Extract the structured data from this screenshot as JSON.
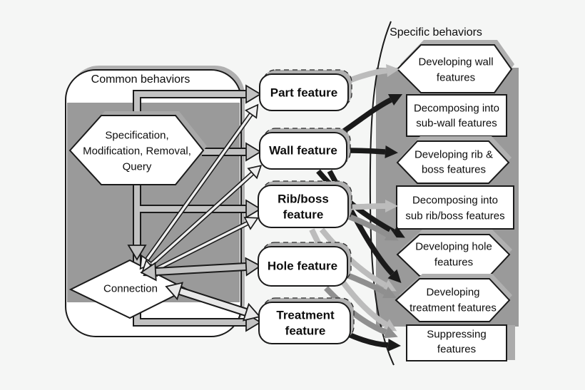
{
  "common": {
    "title": "Common behaviors",
    "hexagon_lines": [
      "Specification,",
      "Modification, Removal,",
      "Query"
    ],
    "diamond": "Connection"
  },
  "specific": {
    "title": "Specific behaviors"
  },
  "features": [
    {
      "lines": [
        "Part feature"
      ]
    },
    {
      "lines": [
        "Wall feature"
      ]
    },
    {
      "lines": [
        "Rib/boss",
        "feature"
      ]
    },
    {
      "lines": [
        "Hole feature"
      ]
    },
    {
      "lines": [
        "Treatment",
        "feature"
      ]
    }
  ],
  "behaviors": [
    {
      "shape": "hexagon",
      "lines": [
        "Developing wall",
        "features"
      ]
    },
    {
      "shape": "rectangle",
      "lines": [
        "Decomposing into",
        "sub-wall features"
      ]
    },
    {
      "shape": "hexagon",
      "lines": [
        "Developing rib &",
        "boss features"
      ]
    },
    {
      "shape": "rectangle",
      "lines": [
        "Decomposing into",
        "sub rib/boss features"
      ]
    },
    {
      "shape": "hexagon",
      "lines": [
        "Developing hole",
        "features"
      ]
    },
    {
      "shape": "hexagon",
      "lines": [
        "Developing",
        "treatment features"
      ]
    },
    {
      "shape": "rectangle",
      "lines": [
        "Suppressing",
        "features"
      ]
    }
  ],
  "edges": [
    {
      "from": "common-behaviors",
      "to": "part-feature",
      "style": "pipe"
    },
    {
      "from": "specification-hexagon",
      "to": "wall-feature",
      "style": "pipe"
    },
    {
      "from": "common-behaviors",
      "to": "rib-boss-feature",
      "style": "pipe"
    },
    {
      "from": "common-behaviors",
      "to": "treatment-feature",
      "style": "pipe"
    },
    {
      "from": "specification-hexagon",
      "to": "connection",
      "style": "pipe"
    },
    {
      "from": "connection",
      "to": "part-feature",
      "style": "two-way"
    },
    {
      "from": "connection",
      "to": "wall-feature",
      "style": "two-way"
    },
    {
      "from": "connection",
      "to": "rib-boss-feature",
      "style": "two-way"
    },
    {
      "from": "connection",
      "to": "hole-feature",
      "style": "two-way"
    },
    {
      "from": "connection",
      "to": "treatment-feature",
      "style": "two-way"
    },
    {
      "from": "part-feature",
      "to": "developing-wall-features",
      "color": "light-gray"
    },
    {
      "from": "wall-feature",
      "to": "decomposing-into-sub-wall-features",
      "color": "black"
    },
    {
      "from": "wall-feature",
      "to": "developing-rib-boss-features",
      "color": "black"
    },
    {
      "from": "wall-feature",
      "to": "developing-hole-features",
      "color": "black"
    },
    {
      "from": "wall-feature",
      "to": "developing-treatment-features",
      "color": "black"
    },
    {
      "from": "rib-boss-feature",
      "to": "decomposing-into-sub-rib-boss-features",
      "color": "light-gray"
    },
    {
      "from": "rib-boss-feature",
      "to": "developing-hole-features",
      "color": "medium-gray"
    },
    {
      "from": "rib-boss-feature",
      "to": "developing-treatment-features",
      "color": "light-gray"
    },
    {
      "from": "rib-boss-feature",
      "to": "suppressing-features",
      "color": "light-gray"
    },
    {
      "from": "hole-feature",
      "to": "developing-treatment-features",
      "color": "medium-gray"
    },
    {
      "from": "hole-feature",
      "to": "suppressing-features",
      "color": "medium-gray"
    },
    {
      "from": "treatment-feature",
      "to": "suppressing-features",
      "color": "black"
    }
  ],
  "colors": {
    "background": "#f5f6f5",
    "panel_gray": "#9a9a9a",
    "shadow_gray": "#b0b0b0",
    "pipe_gray": "#c2c2c2",
    "arrow_light_gray": "#bcbcbc",
    "arrow_medium_gray": "#8f8f8f",
    "arrow_black": "#1a1a1a",
    "node_fill": "#ffffff",
    "outline": "#1a1a1a"
  }
}
